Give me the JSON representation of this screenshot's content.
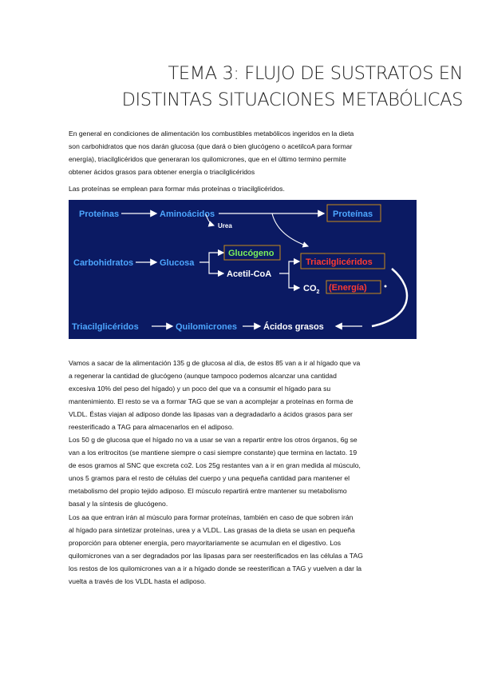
{
  "title": {
    "line1": "TEMA 3: FLUJO DE SUSTRATOS EN",
    "line2": "DISTINTAS SITUACIONES METABÓLICAS"
  },
  "paragraphs": [
    {
      "lines": [
        "En general en condiciones de alimentación los combustibles metabólicos ingeridos en la dieta",
        "son carbohidratos que nos darán glucosa (que dará o bien glucógeno o acetilcoA para formar",
        "energía), triacilglicéridos que generaran los quilomicrones, que en el último termino permite",
        "obtener ácidos grasos para obtener energía o triacilglicéridos"
      ]
    },
    {
      "lines": [
        "Las proteínas se emplean para formar más proteínas o triacilglicéridos."
      ]
    },
    {
      "lines": [
        "Vamos a sacar de la alimentación 135 g de glucosa al día, de estos 85 van a ir al hígado que va",
        "a regenerar la cantidad de glucógeno (aunque tampoco podemos alcanzar una cantidad",
        "excesiva 10% del peso del hígado) y un poco del que va a consumir el hígado para su",
        "mantenimiento. El resto se va a formar TAG que se van a acomplejar a proteínas en forma de",
        "VLDL. Éstas viajan al adiposo donde las lipasas van a  degradadarlo a ácidos grasos para ser",
        "reesterificado a TAG para almacenarlos en el adiposo."
      ]
    },
    {
      "lines": [
        " Los 50 g de glucosa que el hígado no va a usar se van a repartir entre los otros órganos, 6g se",
        "van a los eritrocitos (se mantiene siempre o casi siempre constante) que termina en lactato. 19",
        "de esos gramos al SNC que excreta co2. Los 25g restantes van a ir en gran medida al músculo,",
        "unos 5 gramos para el resto de células del cuerpo y una pequeña cantidad para mantener el",
        "metabolismo del propio tejido adiposo. El músculo repartirá entre mantener su metabolismo",
        "basal y la síntesis de glucógeno.",
        "Los aa que entran irán al músculo para formar proteínas, también en caso de que sobren irán",
        "al hígado para sintetizar proteínas, urea y a VLDL. Las grasas de la dieta se usan en pequeña",
        "proporción para obtener energía, pero mayoritariamente se acumulan en el digestivo. Los",
        "quilomicrones van a ser degradados por las lipasas para ser reesterificados en las células a TAG",
        "los restos de los quilomicrones van a ir a hígado donde se reesterifican a TAG y vuelven a dar la",
        "vuelta a través de los VLDL hasta el adiposo."
      ]
    }
  ],
  "diagram": {
    "background": "#0b1a63",
    "colors": {
      "blue": "#4da6ff",
      "green": "#7cf05a",
      "red": "#ff3b30",
      "white": "#ffffff",
      "box_border": "#c98a1a"
    },
    "proteinas": "Proteínas",
    "aminoacidos": "Aminoácidos",
    "proteinas_out": "Proteínas",
    "urea": "Urea",
    "carbohidratos": "Carbohidratos",
    "glucosa": "Glucosa",
    "glucogeno": "Glucógeno",
    "acetil_coa": "Acetil-CoA",
    "triacilgliceridos_out": "Triacilglicéridos",
    "co2": "CO",
    "co2_sub": "2",
    "energia": "(Energía)",
    "triacilgliceridos": "Triacilglicéridos",
    "quilomicrones": "Quilomicrones",
    "acidos_grasos": "Ácidos grasos"
  }
}
